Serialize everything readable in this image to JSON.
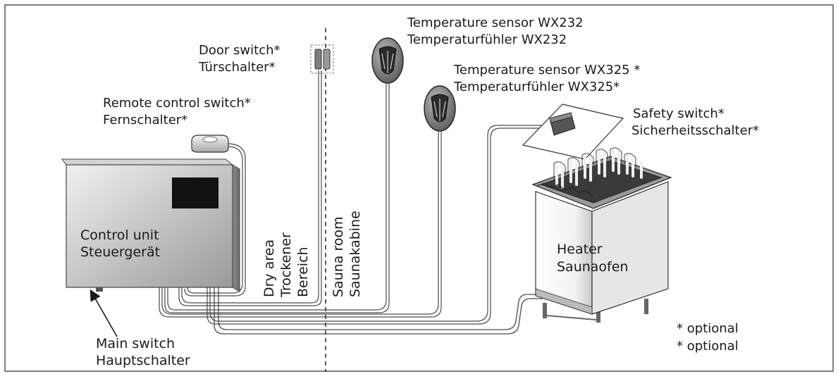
{
  "labels": {
    "door_switch_en": "Door switch*",
    "door_switch_de": "Türschalter*",
    "temp_sensor_wx232_en": "Temperature sensor WX232",
    "temp_sensor_wx232_de": "Temperaturfühler WX232",
    "temp_sensor_wx325_en": "Temperature sensor WX325 *",
    "temp_sensor_wx325_de": "Temperaturfühler WX325*",
    "remote_control_en": "Remote control switch*",
    "remote_control_de": "Fernschalter*",
    "safety_switch_en": "Safety switch*",
    "safety_switch_de": "Sicherheitsschalter*",
    "control_unit_en": "Control unit",
    "control_unit_de": "Steuergerät",
    "dry_area_line1": "Dry area",
    "dry_area_line2": "Trockener",
    "dry_area_line3": "Bereich",
    "sauna_room_en": "Sauna room",
    "sauna_room_de": "Saunakabine",
    "heater_en": "Heater",
    "heater_de": "Saunaofen",
    "main_switch_en": "Main switch",
    "main_switch_de": "Hauptschalter",
    "optional_en": "* optional",
    "optional_de": "* optional"
  }
}
